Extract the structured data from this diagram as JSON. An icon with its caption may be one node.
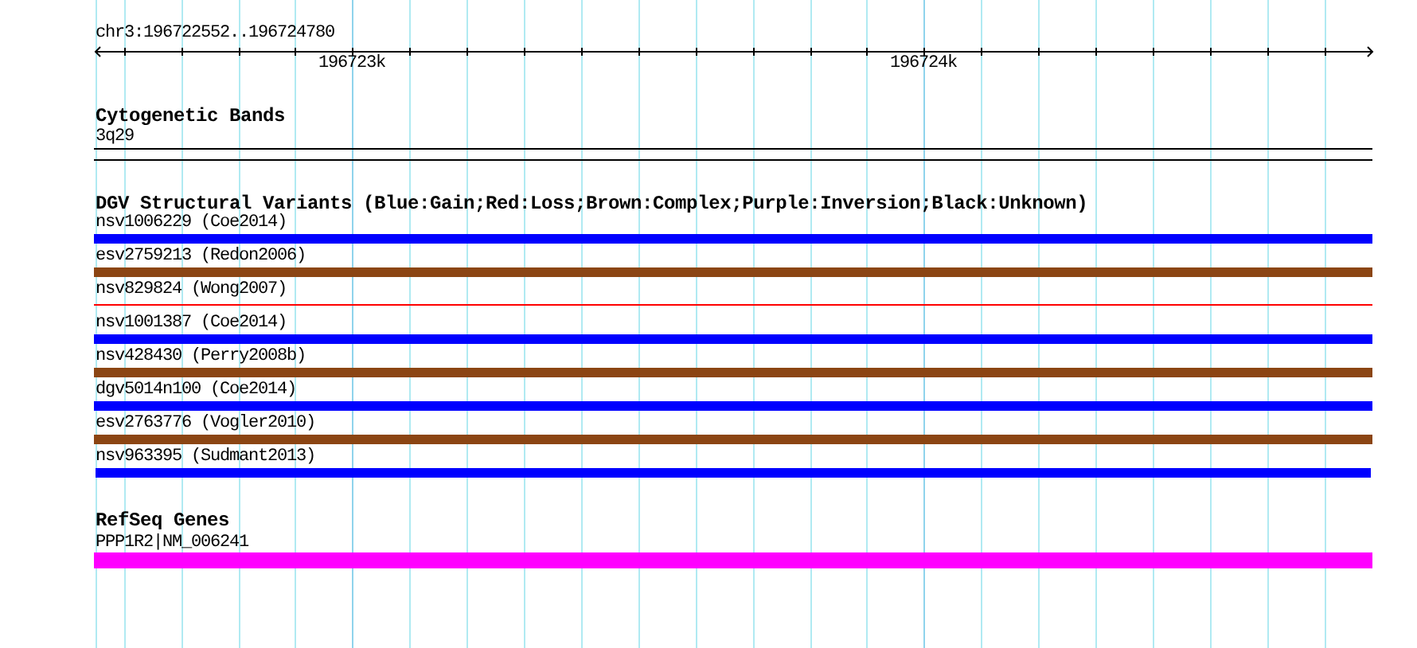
{
  "diagram": {
    "nodes": [
      {
        "text": [
          "3q29"
        ]
      },
      {
        "text": [
          "nsv1006229 (Coe2014)"
        ]
      },
      {
        "text": [
          "esv2759213 (Redon2006)"
        ]
      },
      {
        "text": [
          "nsv829824 (Wong2007)"
        ]
      },
      {
        "text": [
          "nsv1001387 (Coe2014)"
        ]
      },
      {
        "text": [
          "nsv428430 (Perry2008b)"
        ]
      },
      {
        "text": [
          "dgv5014n100 (Coe2014)"
        ]
      },
      {
        "text": [
          "esv2763776 (Vogler2010)"
        ]
      },
      {
        "text": [
          "nsv963395 (Sudmant2013)"
        ]
      },
      {
        "text": [
          "PPP1R2|NM_006241"
        ]
      }
    ],
    "labels": [
      "chr3:196722552..196724780",
      "196723k",
      "196724k",
      "Cytogenetic Bands",
      "DGV Structural Variants (Blue:Gain;Red:Loss;Brown:Complex;Purple:Inversion;Black:Unknown)",
      "RefSeq Genes"
    ]
  }
}
